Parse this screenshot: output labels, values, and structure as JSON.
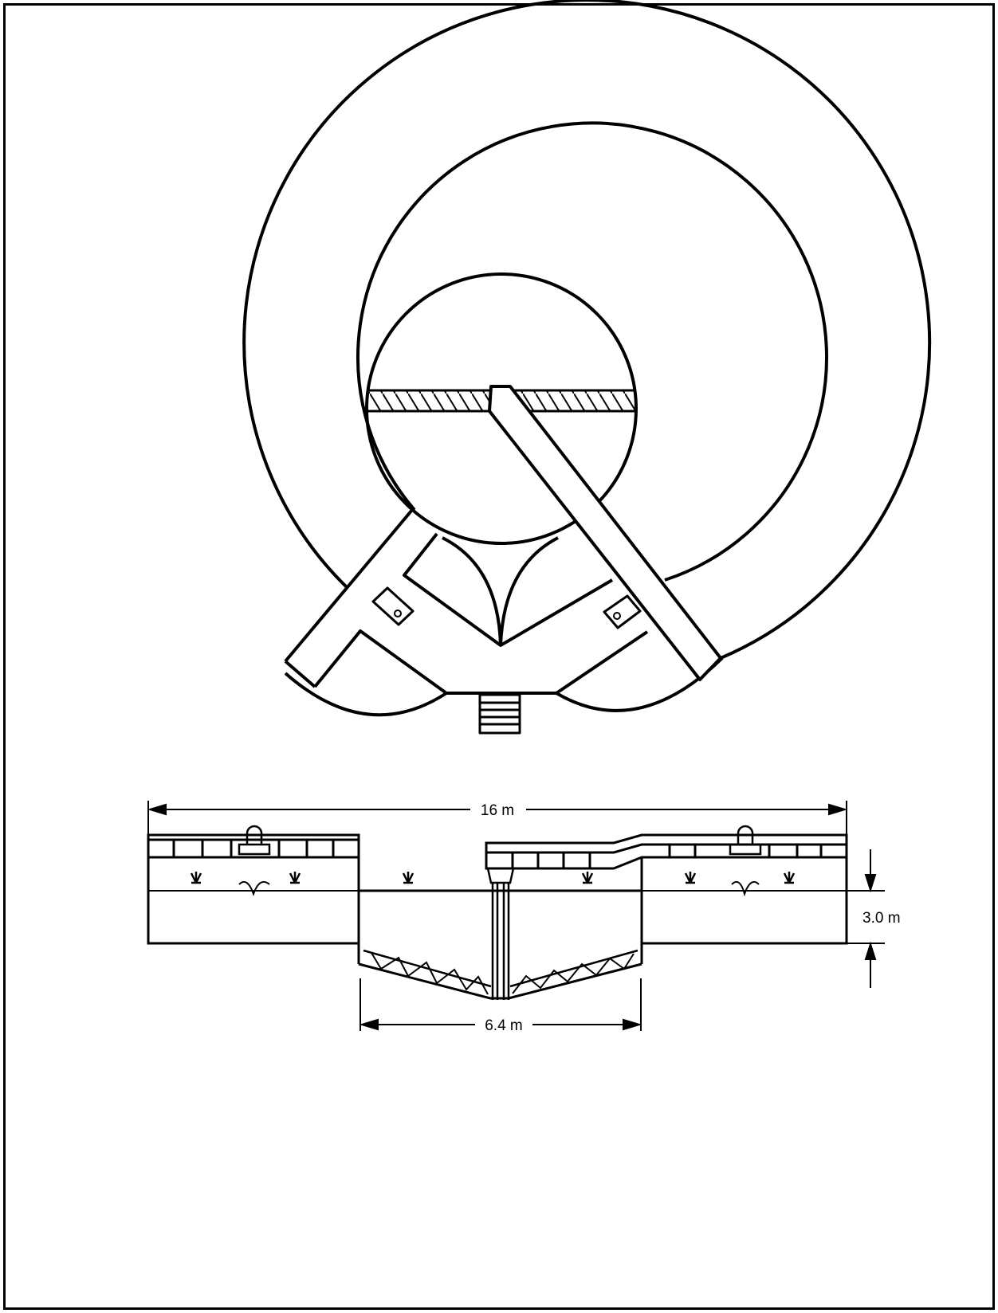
{
  "colors": {
    "line": "#000000",
    "background": "#ffffff"
  },
  "dimensions": {
    "overall_width": "16 m",
    "depth": "3.0 m",
    "bottom_width": "6.4 m"
  }
}
